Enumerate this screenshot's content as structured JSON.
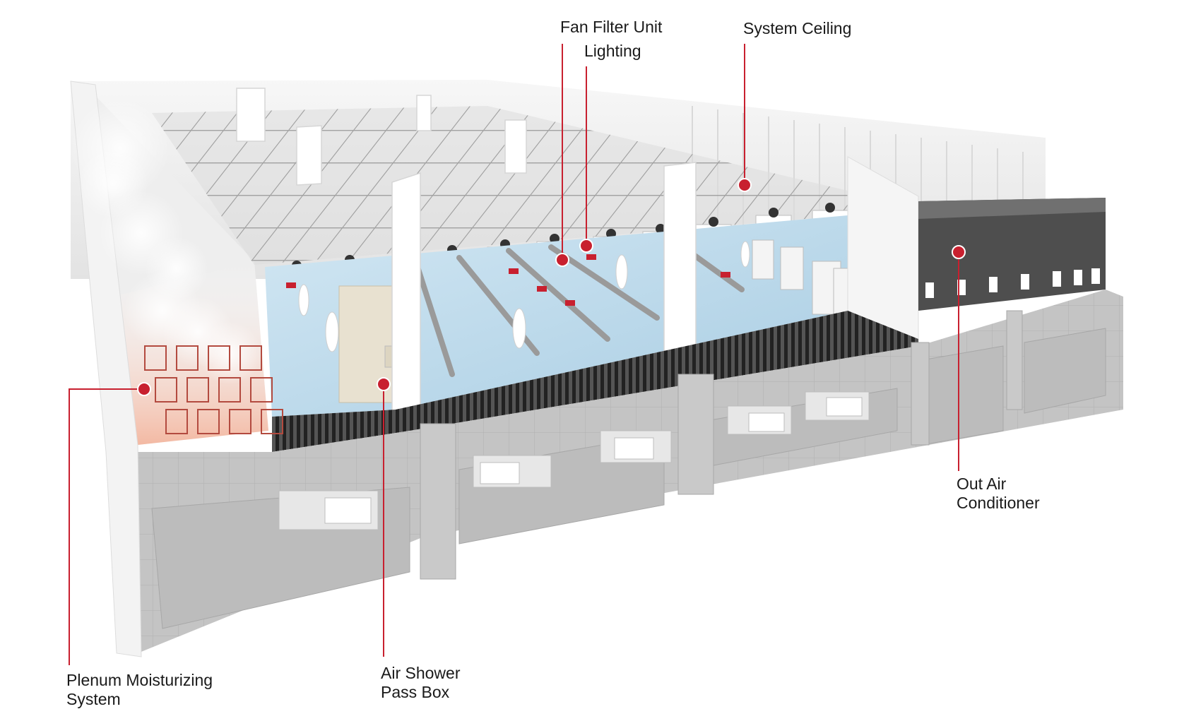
{
  "colors": {
    "callout": "#c8202f",
    "concrete": "#bdbdbd",
    "floor": "#bcd8ea",
    "wall": "#f2f2f2",
    "humidifier_glow": "#f3b9a3"
  },
  "callouts": {
    "fan_filter_unit": {
      "lines": [
        "Fan Filter Unit"
      ]
    },
    "lighting": {
      "lines": [
        "Lighting"
      ]
    },
    "system_ceiling": {
      "lines": [
        "System Ceiling"
      ]
    },
    "plenum_moisturizing": {
      "lines": [
        "Plenum Moisturizing",
        "System"
      ]
    },
    "air_shower_pass_box": {
      "lines": [
        "Air Shower",
        "Pass Box"
      ]
    },
    "out_air_conditioner": {
      "lines": [
        "Out Air",
        "Conditioner"
      ]
    }
  }
}
